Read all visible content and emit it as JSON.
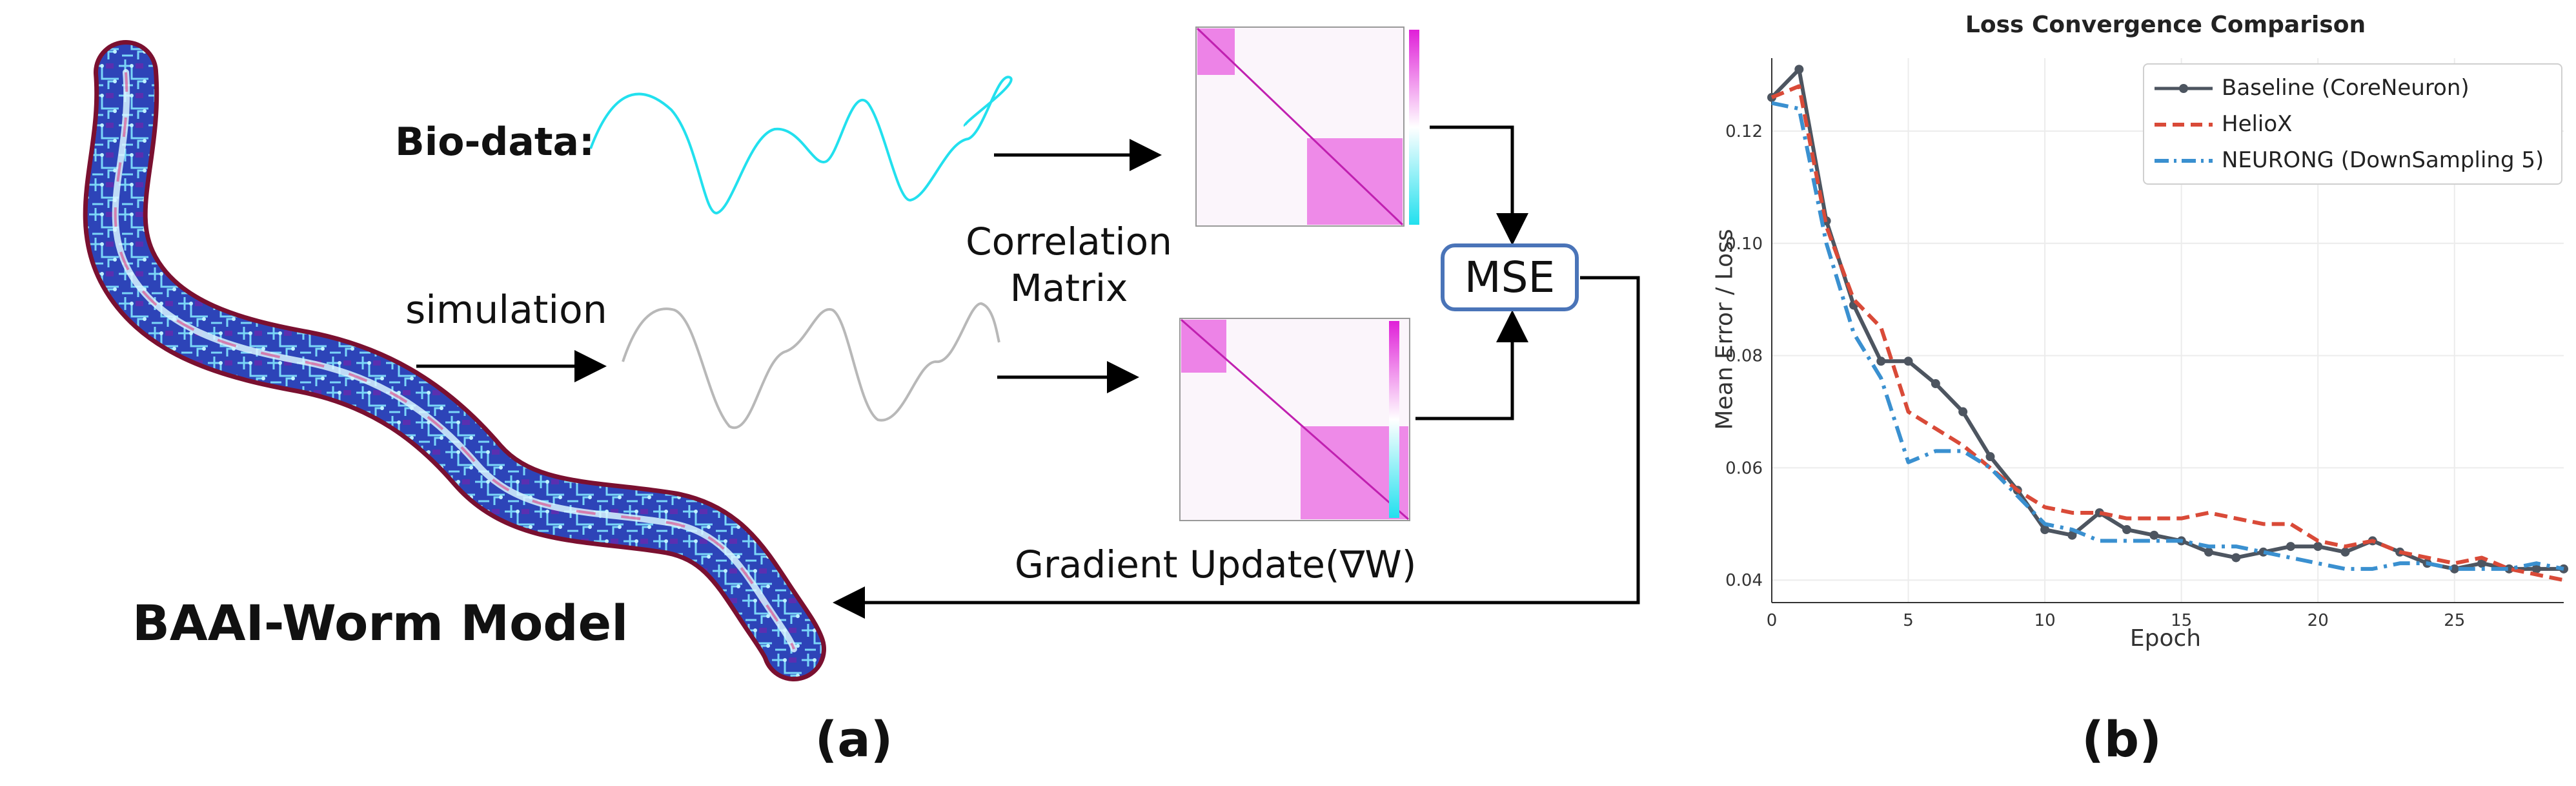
{
  "panel_a": {
    "bio_label": "Bio-data:",
    "sim_label": "simulation",
    "corr_label_line1": "Correlation",
    "corr_label_line2": "Matrix",
    "mse_label": "MSE",
    "gradient_label": "Gradient Update(∇W)",
    "model_label": "BAAI-Worm Model",
    "panel_label": "(a)",
    "colors": {
      "bio_signal": "#22e0ee",
      "sim_signal": "#b8b8b8",
      "matrix_accent": "#e040d8",
      "mse_border": "#4a74b8"
    }
  },
  "panel_b": {
    "panel_label": "(b)",
    "chart_data": {
      "type": "line",
      "title": "Loss Convergence Comparison",
      "xlabel": "Epoch",
      "ylabel": "Mean Error / Loss",
      "xlim": [
        0,
        29
      ],
      "ylim": [
        0.036,
        0.133
      ],
      "xticks": [
        0,
        5,
        10,
        15,
        20,
        25
      ],
      "yticks": [
        0.04,
        0.06,
        0.08,
        0.1,
        0.12
      ],
      "ytick_labels": [
        "0.04",
        "0.06",
        "0.08",
        "0.10",
        "0.12"
      ],
      "grid": true,
      "legend_position": "top-right",
      "series": [
        {
          "name": "Baseline (CoreNeuron)",
          "color": "#4d5560",
          "style": "solid-markers",
          "x": [
            0,
            1,
            2,
            3,
            4,
            5,
            6,
            7,
            8,
            9,
            10,
            11,
            12,
            13,
            14,
            15,
            16,
            17,
            18,
            19,
            20,
            21,
            22,
            23,
            24,
            25,
            26,
            27,
            28,
            29
          ],
          "y": [
            0.126,
            0.131,
            0.104,
            0.089,
            0.079,
            0.079,
            0.075,
            0.07,
            0.062,
            0.056,
            0.049,
            0.048,
            0.052,
            0.049,
            0.048,
            0.047,
            0.045,
            0.044,
            0.045,
            0.046,
            0.046,
            0.045,
            0.047,
            0.045,
            0.043,
            0.042,
            0.043,
            0.042,
            0.042,
            0.042
          ]
        },
        {
          "name": "HelioX",
          "color": "#d94a38",
          "style": "dashed",
          "x": [
            0,
            1,
            2,
            3,
            4,
            5,
            6,
            7,
            8,
            9,
            10,
            11,
            12,
            13,
            14,
            15,
            16,
            17,
            18,
            19,
            20,
            21,
            22,
            23,
            24,
            25,
            26,
            27,
            28,
            29
          ],
          "y": [
            0.126,
            0.128,
            0.103,
            0.09,
            0.085,
            0.07,
            0.067,
            0.064,
            0.06,
            0.056,
            0.053,
            0.052,
            0.052,
            0.051,
            0.051,
            0.051,
            0.052,
            0.051,
            0.05,
            0.05,
            0.047,
            0.046,
            0.047,
            0.045,
            0.044,
            0.043,
            0.044,
            0.042,
            0.041,
            0.04
          ]
        },
        {
          "name": "NEURONG (DownSampling 5)",
          "color": "#3a90d0",
          "style": "dashdot",
          "x": [
            0,
            1,
            2,
            3,
            4,
            5,
            6,
            7,
            8,
            9,
            10,
            11,
            12,
            13,
            14,
            15,
            16,
            17,
            18,
            19,
            20,
            21,
            22,
            23,
            24,
            25,
            26,
            27,
            28,
            29
          ],
          "y": [
            0.125,
            0.124,
            0.1,
            0.084,
            0.076,
            0.061,
            0.063,
            0.063,
            0.06,
            0.055,
            0.05,
            0.049,
            0.047,
            0.047,
            0.047,
            0.047,
            0.046,
            0.046,
            0.045,
            0.044,
            0.043,
            0.042,
            0.042,
            0.043,
            0.043,
            0.042,
            0.042,
            0.042,
            0.043,
            0.042
          ]
        }
      ]
    }
  }
}
